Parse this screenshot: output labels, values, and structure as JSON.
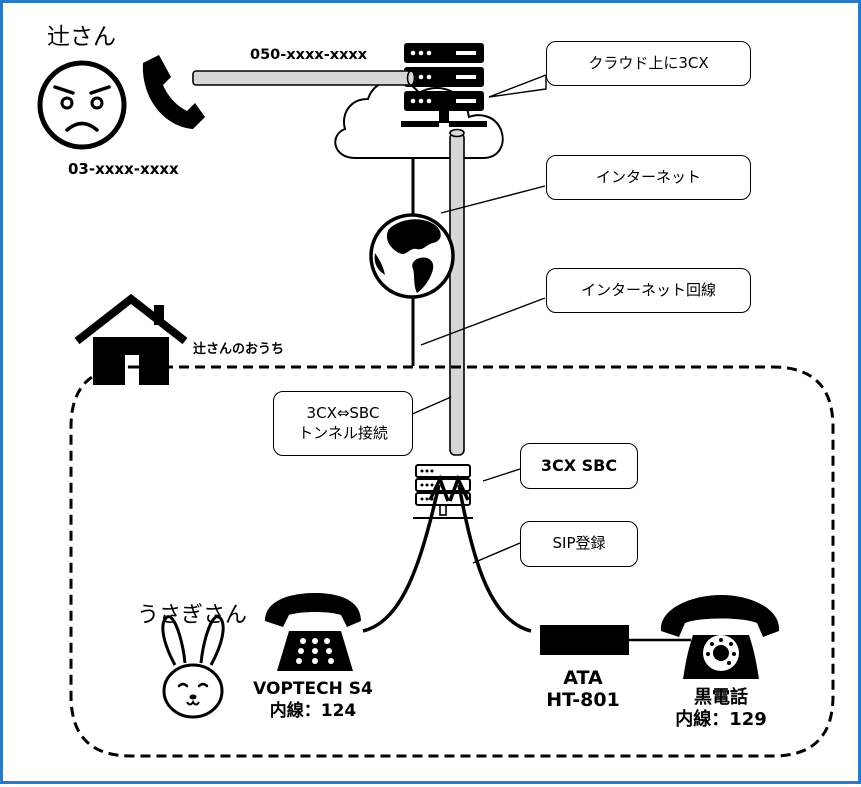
{
  "colors": {
    "frame": "#2a78c6",
    "ink": "#000000",
    "pipe_fill": "#d6d6d6"
  },
  "icons": [
    "angry-face-icon",
    "phone-handset-icon",
    "server-rack-icon",
    "cloud-icon",
    "globe-icon",
    "house-icon",
    "sbc-server-icon",
    "desk-phone-icon",
    "rabbit-icon",
    "ata-device-icon",
    "rotary-phone-icon"
  ],
  "caller": {
    "name": "辻さん",
    "phone_number": "03-xxxx-xxxx"
  },
  "cloud": {
    "did_number": "050-xxxx-xxxx",
    "callout": "クラウド上に3CX"
  },
  "internet": {
    "callout": "インターネット"
  },
  "line": {
    "callout": "インターネット回線"
  },
  "home": {
    "label": "辻さんのおうち"
  },
  "tunnel": {
    "callout_line1": "3CX⇔SBC",
    "callout_line2": "トンネル接続"
  },
  "sbc": {
    "callout": "3CX SBC"
  },
  "sip": {
    "callout": "SIP登録"
  },
  "rabbit": {
    "name": "うさぎさん"
  },
  "voptech": {
    "model": "VOPTECH S4",
    "extension": "内線：124"
  },
  "ata": {
    "name": "ATA",
    "model": "HT-801"
  },
  "kuro": {
    "name": "黒電話",
    "extension": "内線：129"
  }
}
